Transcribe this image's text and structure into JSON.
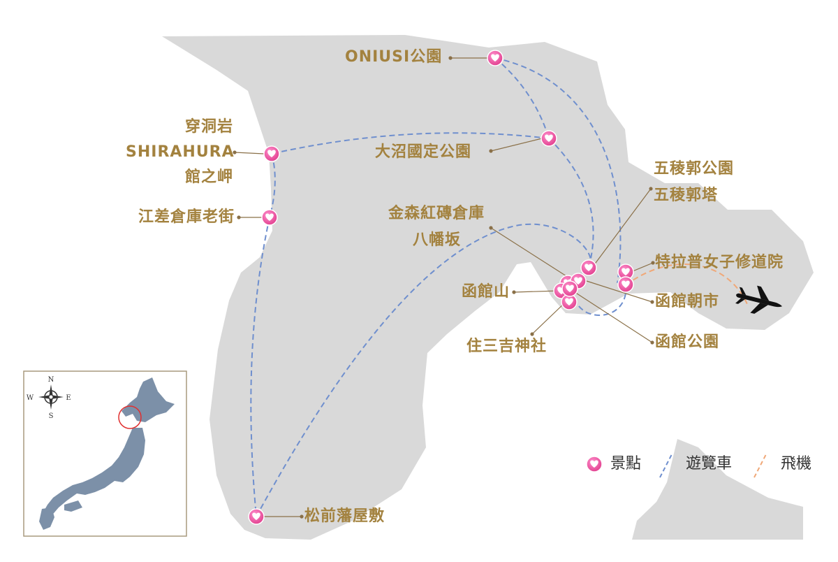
{
  "colors": {
    "land": "#d9d9d9",
    "label": "#a3823f",
    "bus_route": "#6f8fce",
    "flight_route": "#f0a878",
    "marker": "#ec4f9d",
    "inset_border": "#a99a7e",
    "inset_land": "#7c90a8",
    "inset_highlight": "#e03030"
  },
  "places": {
    "onuma_oniusi": "ONIUSI公園",
    "onuma_park": "大沼國定公園",
    "cape_line1": "穿洞岩",
    "cape_line2": "SHIRAHURA",
    "cape_line3": "館之岬",
    "esashi": "江差倉庫老街",
    "goryokaku_line1": "五稜郭公園",
    "goryokaku_line2": "五稜郭塔",
    "kanemori_line1": "金森紅磚倉庫",
    "kanemori_line2": "八幡坂",
    "trappist": "特拉普女子修道院",
    "hakodate_yama": "函館山",
    "morning_market": "函館朝市",
    "sumiyoshi": "住三吉神社",
    "hakodate_park": "函館公園",
    "matsumae": "松前藩屋敷"
  },
  "legend": {
    "spot": "景點",
    "bus": "遊覽車",
    "plane": "飛機"
  },
  "compass": {
    "n": "N",
    "s": "S",
    "e": "E",
    "w": "W"
  }
}
